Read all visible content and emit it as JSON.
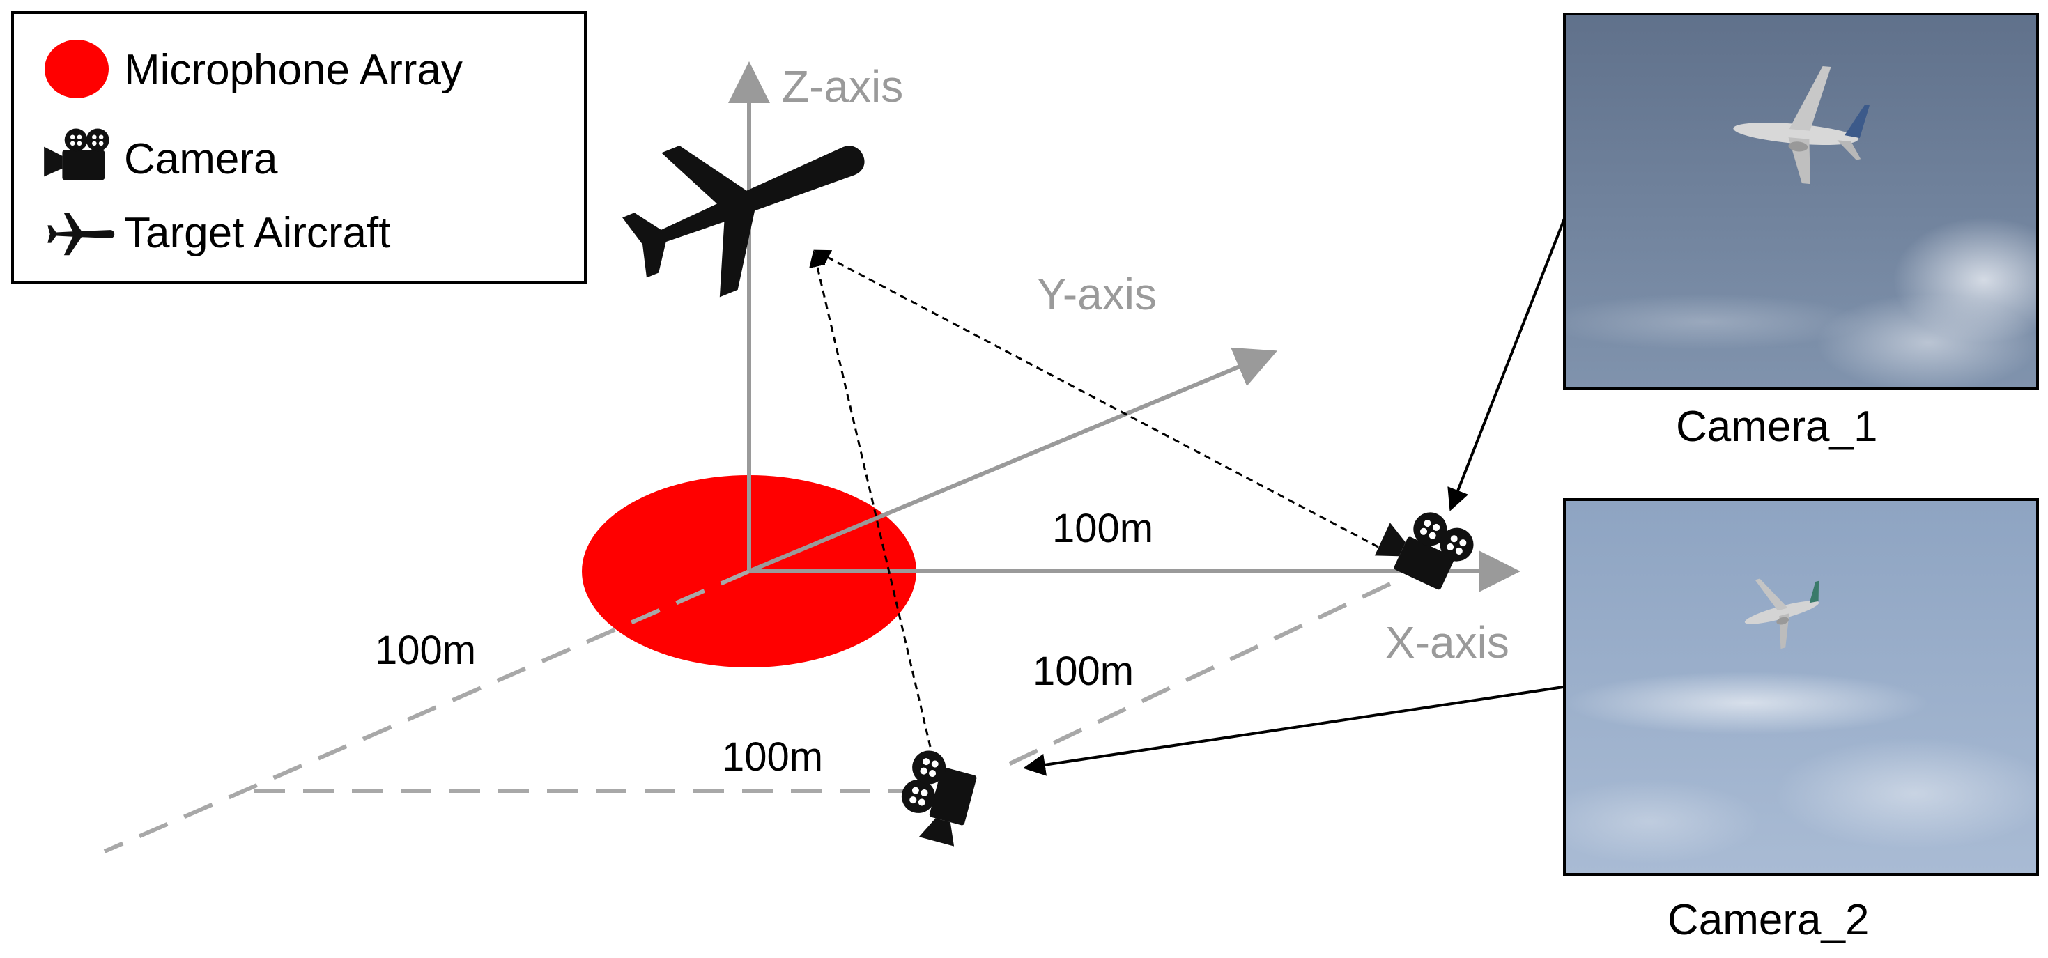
{
  "legend": {
    "microphone_array": "Microphone Array",
    "camera": "Camera",
    "target_aircraft": "Target Aircraft"
  },
  "axes": {
    "z_label": "Z-axis",
    "y_label": "Y-axis",
    "x_label": "X-axis",
    "color": "#9a9a9a"
  },
  "distances": {
    "x_distance": "100m",
    "left_distance": "100m",
    "camera2_diagonal": "100m",
    "camera2_horizontal": "100m"
  },
  "photos": {
    "camera_1_caption": "Camera_1",
    "camera_2_caption": "Camera_2"
  },
  "colors": {
    "microphone_array": "#ff0000",
    "icon": "#111111",
    "sky_1": "#6f809a",
    "sky_2": "#9ab0cc"
  }
}
